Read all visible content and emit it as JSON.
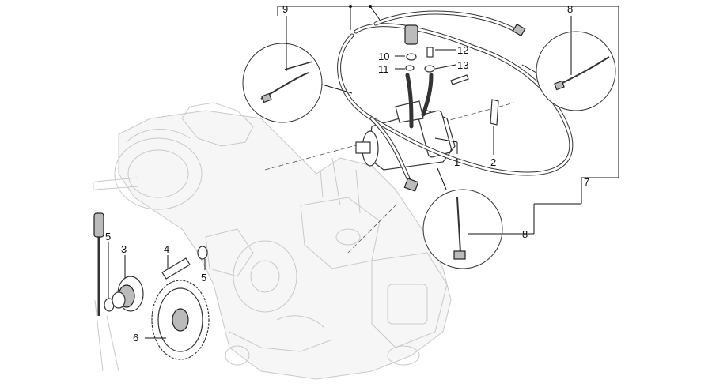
{
  "callouts": [
    {
      "id": "label-1",
      "text": "1"
    },
    {
      "id": "label-2",
      "text": "2"
    },
    {
      "id": "label-3",
      "text": "3"
    },
    {
      "id": "label-4",
      "text": "4"
    },
    {
      "id": "label-5-left",
      "text": "5"
    },
    {
      "id": "label-5-right",
      "text": "5"
    },
    {
      "id": "label-6",
      "text": "6"
    },
    {
      "id": "label-7",
      "text": "7"
    },
    {
      "id": "label-8-left",
      "text": "8"
    },
    {
      "id": "label-8-right",
      "text": "8"
    },
    {
      "id": "label-9",
      "text": "9"
    },
    {
      "id": "label-10",
      "text": "10"
    },
    {
      "id": "label-11",
      "text": "11"
    },
    {
      "id": "label-12",
      "text": "12"
    },
    {
      "id": "label-13",
      "text": "13"
    }
  ]
}
